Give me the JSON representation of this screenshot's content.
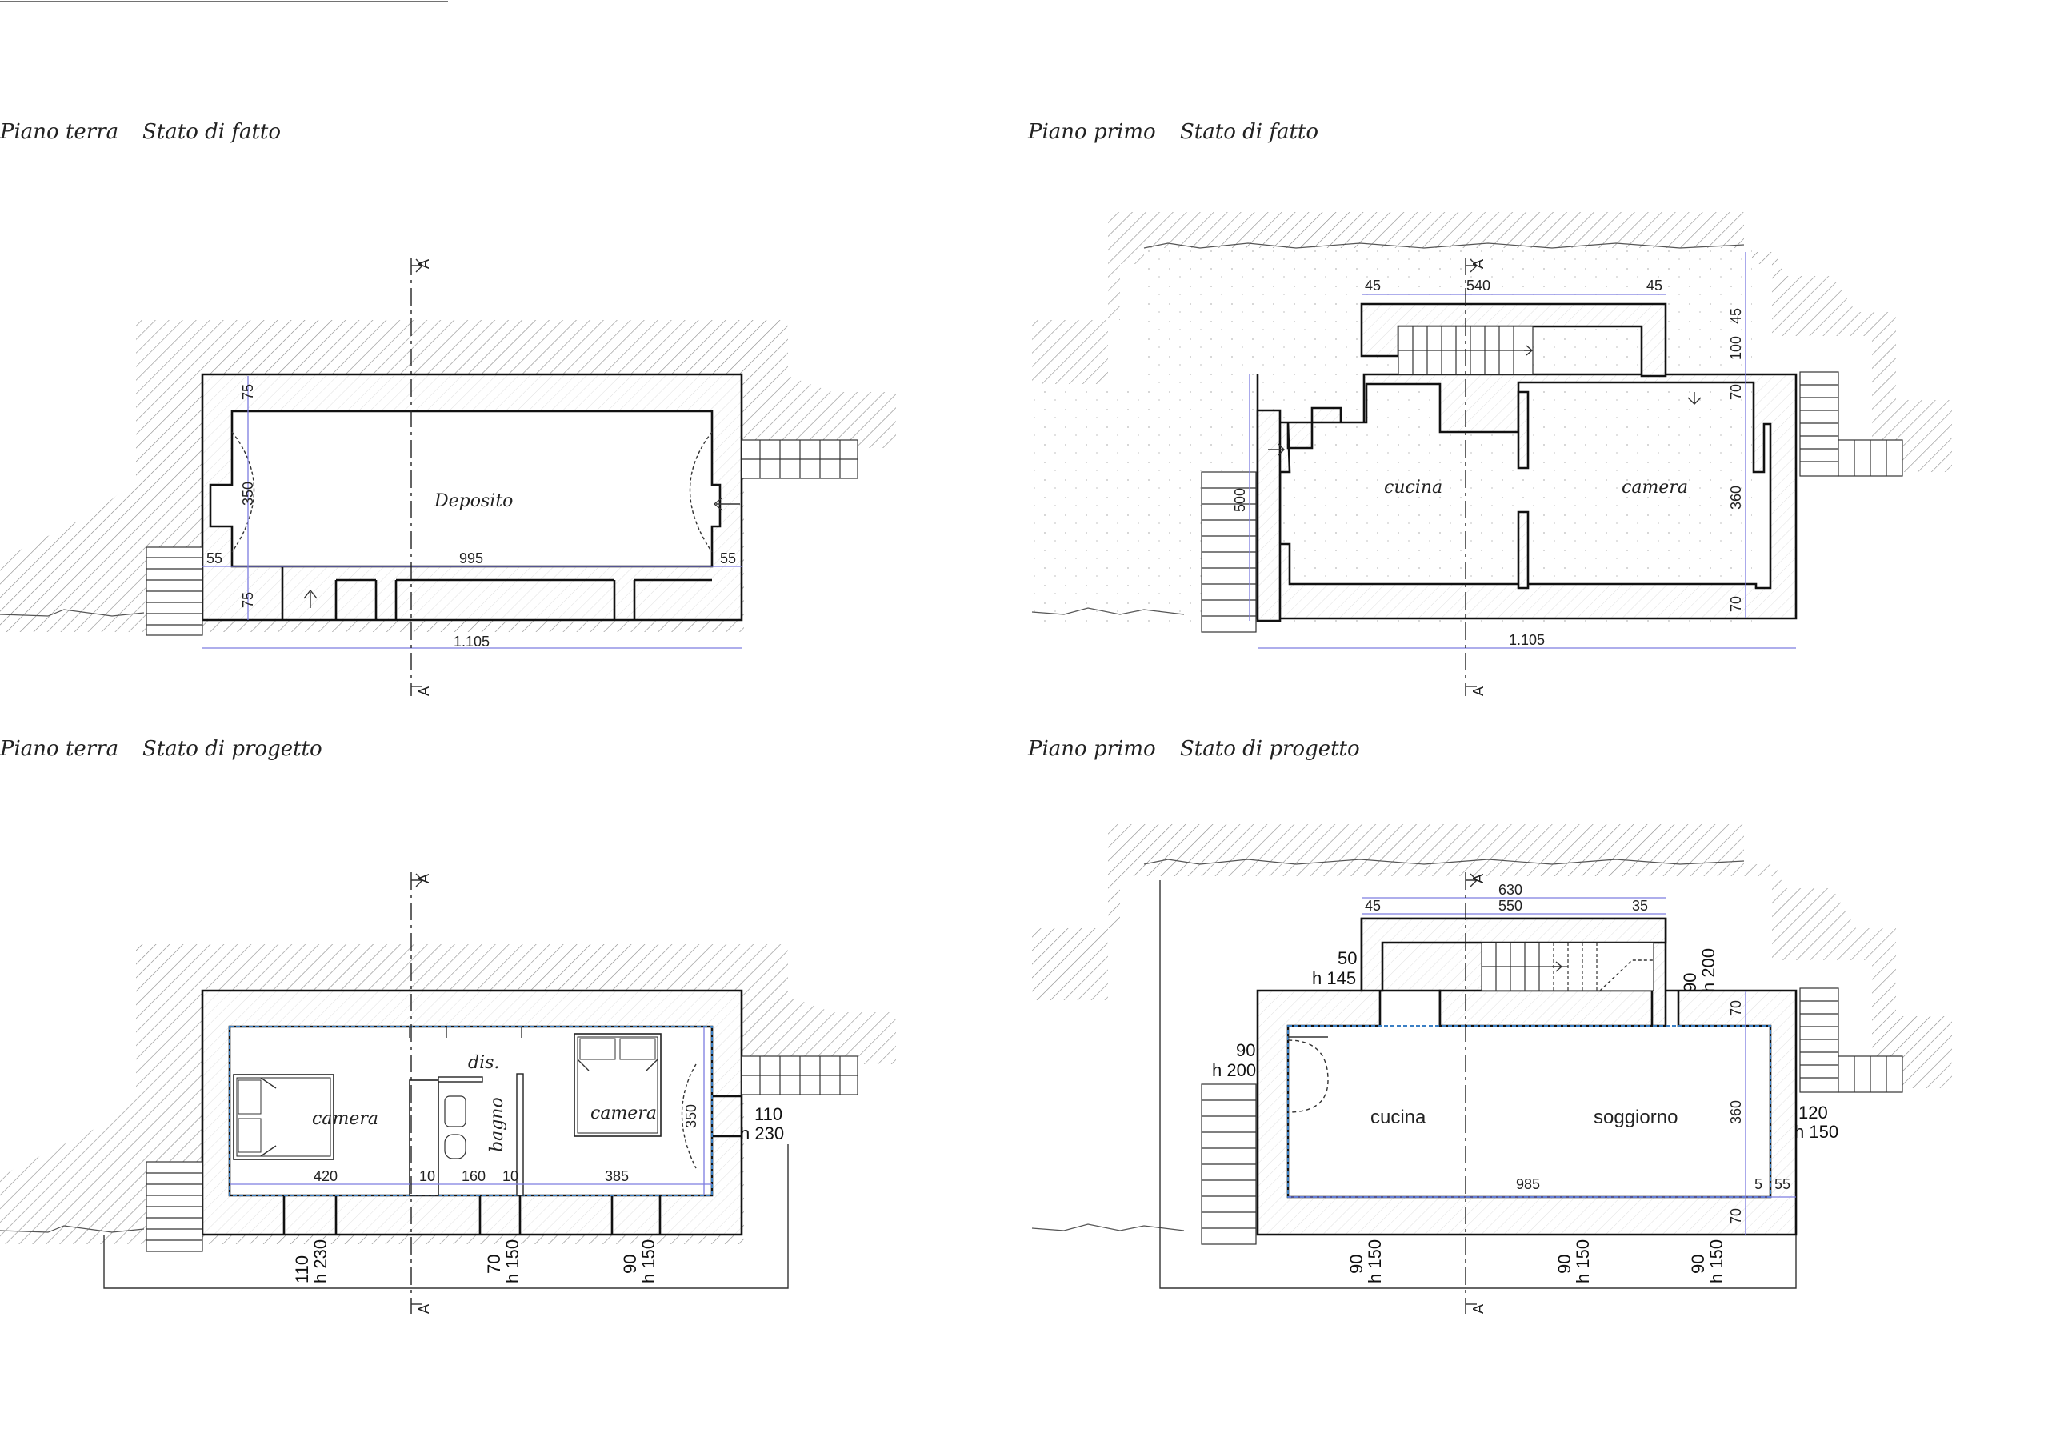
{
  "plans": [
    {
      "id": "pt-sf",
      "floor": "Piano terra",
      "state": "Stato di fatto",
      "rooms": [
        "Deposito"
      ],
      "dims": {
        "d75a": "75",
        "d350": "350",
        "d75b": "75",
        "d55a": "55",
        "d995": "995",
        "d55b": "55",
        "d1105": "1.105"
      },
      "section": "A"
    },
    {
      "id": "pp-sf",
      "floor": "Piano primo",
      "state": "Stato di fatto",
      "rooms": [
        "cucina",
        "camera"
      ],
      "dims": {
        "d45a": "45",
        "d540": "540",
        "d45b": "45",
        "d45c": "45",
        "d100": "100",
        "d70a": "70",
        "d360": "360",
        "d70b": "70",
        "d500": "500",
        "d1105": "1.105"
      },
      "section": "A"
    },
    {
      "id": "pt-sp",
      "floor": "Piano terra",
      "state": "Stato di progetto",
      "rooms": [
        "camera",
        "dis.",
        "bagno",
        "camera"
      ],
      "dims": {
        "d420": "420",
        "d10a": "10",
        "d160": "160",
        "d10b": "10",
        "d385": "385",
        "d350": "350"
      },
      "openings": [
        {
          "w": "110",
          "h": "h 230"
        },
        {
          "w": "70",
          "h": "h 150"
        },
        {
          "w": "90",
          "h": "h 150"
        },
        {
          "w": "110",
          "h": "h 230"
        }
      ],
      "section": "A"
    },
    {
      "id": "pp-sp",
      "floor": "Piano primo",
      "state": "Stato di progetto",
      "rooms": [
        "cucina",
        "soggiorno"
      ],
      "dims": {
        "d630": "630",
        "d45": "45",
        "d550": "550",
        "d35": "35",
        "d70a": "70",
        "d360": "360",
        "d70b": "70",
        "d985": "985",
        "d5": "5",
        "d55": "55"
      },
      "openings": [
        {
          "w": "50",
          "h": "h 145"
        },
        {
          "w": "90",
          "h": "h 200"
        },
        {
          "w": "90",
          "h": "h 200"
        },
        {
          "w": "120",
          "h": "h 150"
        },
        {
          "w": "90",
          "h": "h 150"
        },
        {
          "w": "90",
          "h": "h 150"
        },
        {
          "w": "90",
          "h": "h 150"
        }
      ],
      "section": "A"
    }
  ],
  "colors": {
    "walls": "#111111",
    "dimension": "#7d7de0",
    "insulation": "#3a7fc4"
  }
}
